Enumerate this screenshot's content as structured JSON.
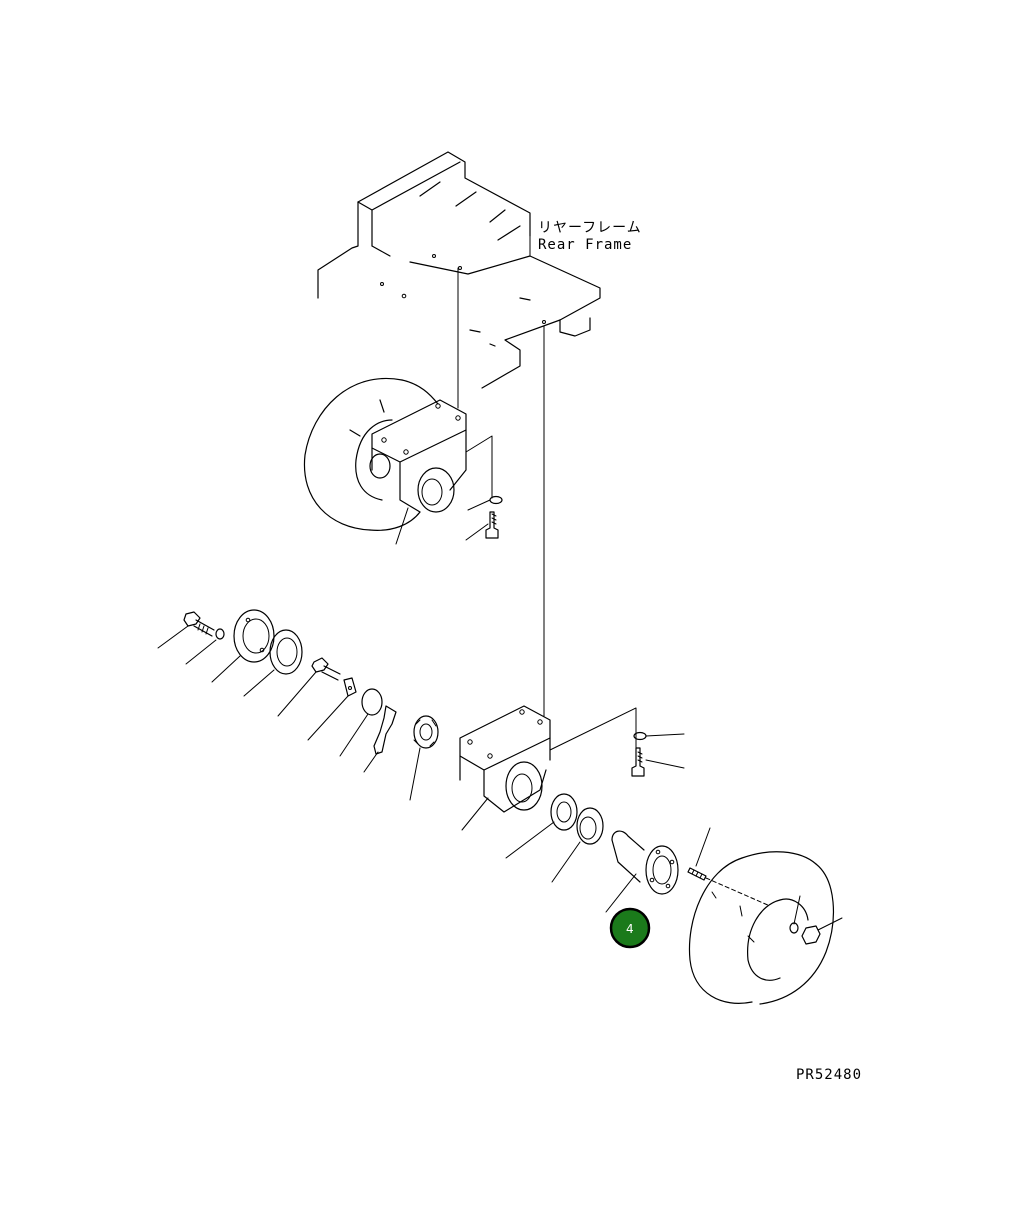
{
  "labels": {
    "rear_frame_jp": "リヤーフレーム",
    "rear_frame_en": "Rear Frame",
    "drawing_number": "PR52480"
  },
  "callout": {
    "number": "4",
    "fill_color": "#1b7a1b",
    "ring_color": "#000000"
  }
}
